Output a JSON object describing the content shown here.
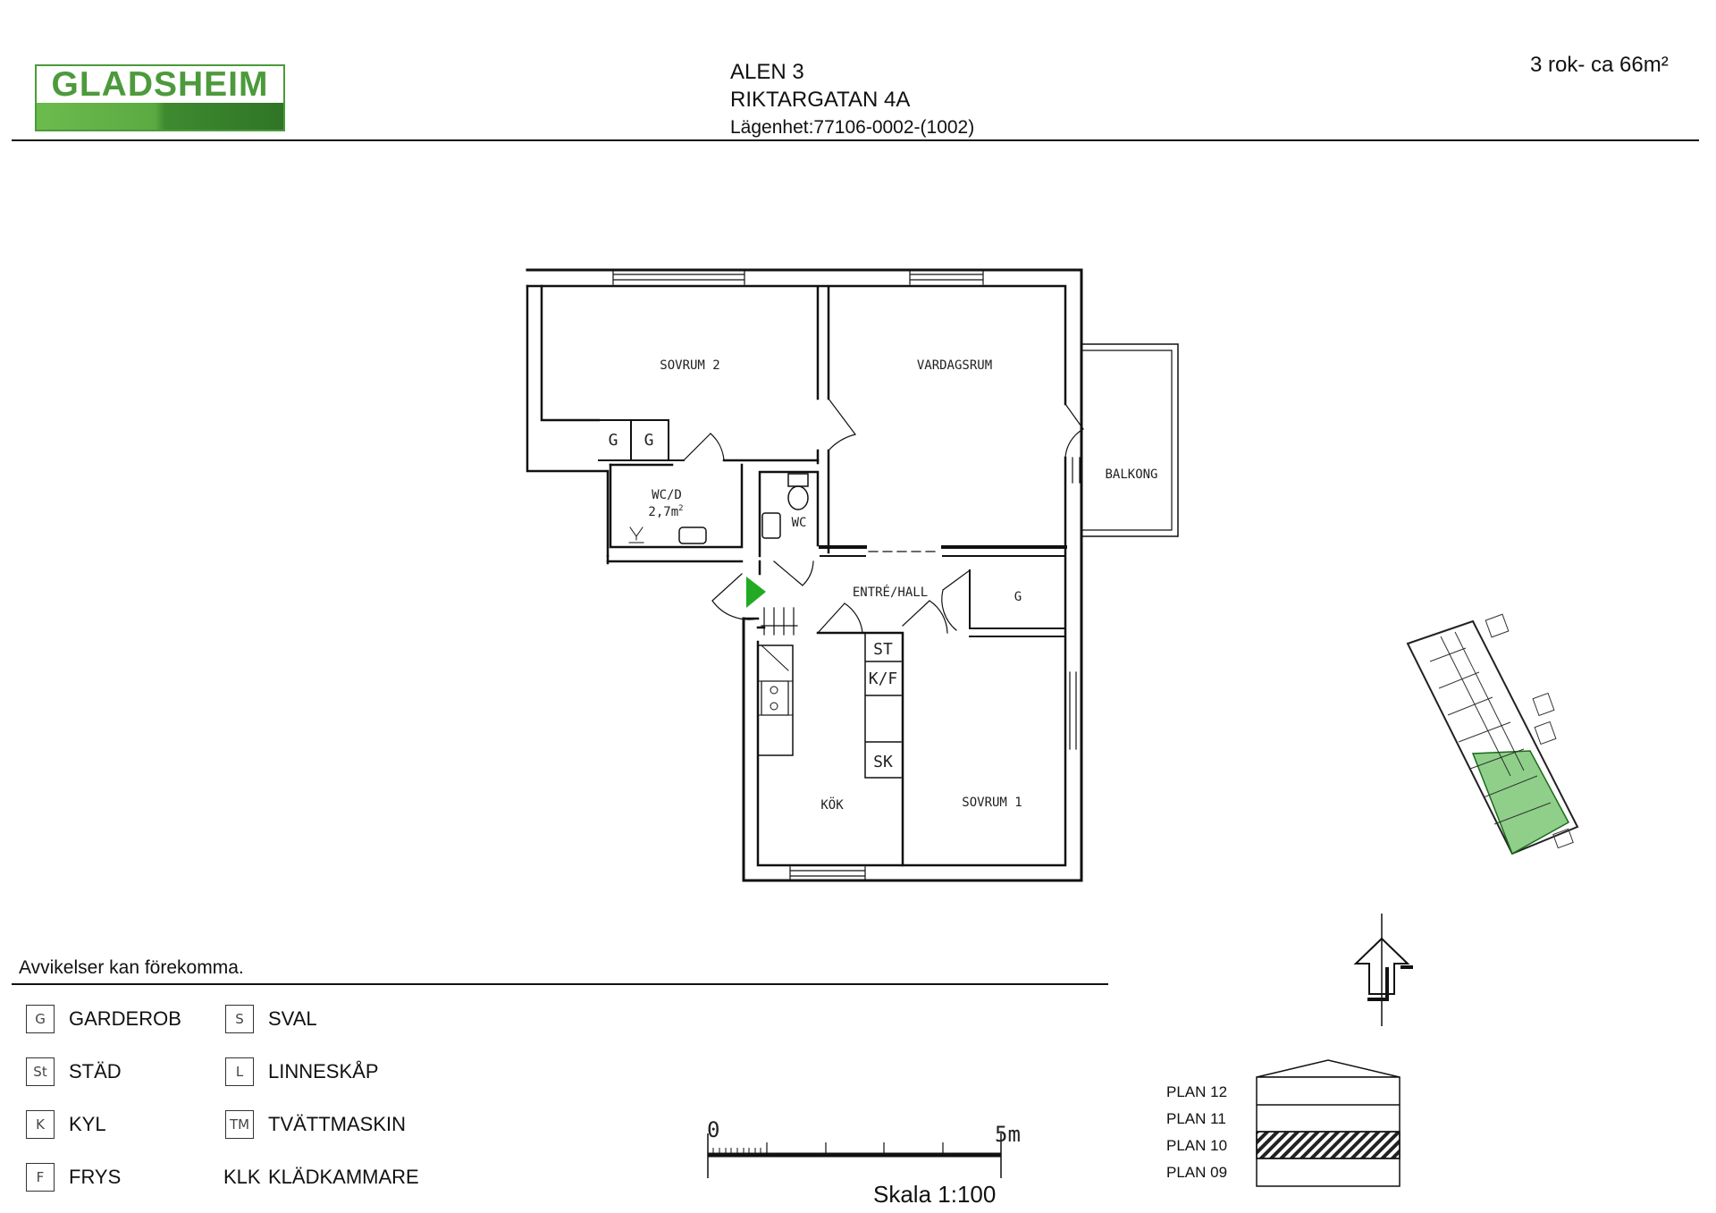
{
  "brand": {
    "logo_text": "GLADSHEIM",
    "color": "#4c9a3c"
  },
  "header": {
    "line1": "ALEN 3",
    "line2": "RIKTARGATAN 4A",
    "line3": "Lägenhet:77106-0002-(1002)",
    "size": "3 rok- ca 66m²"
  },
  "note": "Avvikelser kan förekomma.",
  "legend": [
    {
      "code": "G",
      "label": "GARDEROB"
    },
    {
      "code": "St",
      "label": "STÄD"
    },
    {
      "code": "K",
      "label": "KYL"
    },
    {
      "code": "F",
      "label": "FRYS"
    },
    {
      "code": "S",
      "label": "SVAL"
    },
    {
      "code": "L",
      "label": "LINNESKÅP"
    },
    {
      "code": "TM",
      "label": "TVÄTTMASKIN"
    },
    {
      "code": "KLK",
      "label": "KLÄDKAMMARE"
    }
  ],
  "rooms": {
    "sovrum2": "SOVRUM 2",
    "vardagsrum": "VARDAGSRUM",
    "balkong": "BALKONG",
    "wcd": "WC/D",
    "wcd_area": "2,7m",
    "wcd_area_sup": "2",
    "wc": "WC",
    "entre": "ENTRÉ/HALL",
    "g_hall": "G",
    "g1": "G",
    "g2": "G",
    "kok": "KÖK",
    "sovrum1": "SOVRUM 1",
    "st": "ST",
    "kf": "K/F",
    "sk": "SK"
  },
  "scale": {
    "start": "0",
    "end": "5m",
    "label": "Skala 1:100"
  },
  "floors": {
    "selected": "PLAN 10",
    "items": [
      "PLAN 12",
      "PLAN 11",
      "PLAN 10",
      "PLAN 09"
    ]
  },
  "colors": {
    "entrance": "#22aa22",
    "key_plan_highlight": "#8fcf8a"
  }
}
